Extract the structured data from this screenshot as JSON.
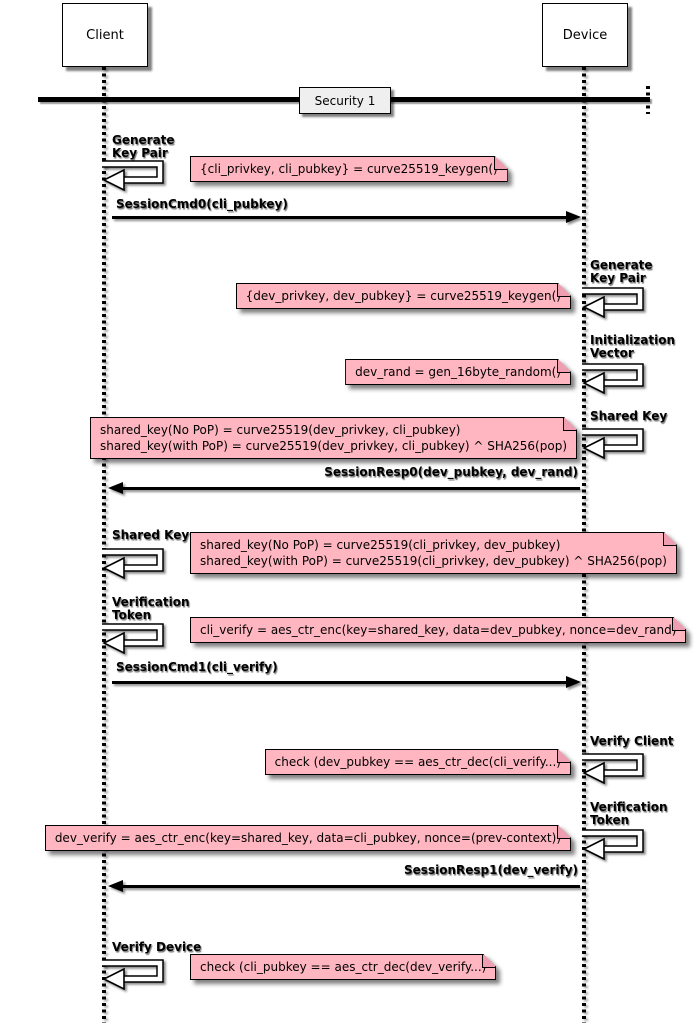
{
  "actors": {
    "client": {
      "label": "Client"
    },
    "device": {
      "label": "Device"
    }
  },
  "divider": {
    "label": "Security 1"
  },
  "client_steps": {
    "keygen": {
      "label": "Generate\nKey Pair",
      "note": "{cli_privkey, cli_pubkey} = curve25519_keygen()"
    },
    "shared_key": {
      "label": "Shared Key",
      "note": "shared_key(No PoP) = curve25519(cli_privkey, dev_pubkey)\nshared_key(with PoP) = curve25519(cli_privkey, dev_pubkey) ^ SHA256(pop)"
    },
    "verification_token": {
      "label": "Verification\nToken",
      "note": "cli_verify = aes_ctr_enc(key=shared_key, data=dev_pubkey, nonce=dev_rand)"
    },
    "verify_device": {
      "label": "Verify Device",
      "note": "check (cli_pubkey == aes_ctr_dec(dev_verify...)"
    }
  },
  "device_steps": {
    "keygen": {
      "label": "Generate\nKey Pair",
      "note": "{dev_privkey, dev_pubkey} = curve25519_keygen()"
    },
    "init_vector": {
      "label": "Initialization\nVector",
      "note": "dev_rand = gen_16byte_random()"
    },
    "shared_key": {
      "label": "Shared Key",
      "note": "shared_key(No PoP) = curve25519(dev_privkey, cli_pubkey)\nshared_key(with PoP) = curve25519(dev_privkey, cli_pubkey) ^ SHA256(pop)"
    },
    "verify_client": {
      "label": "Verify Client",
      "note": "check (dev_pubkey == aes_ctr_dec(cli_verify...)"
    },
    "verification_token": {
      "label": "Verification\nToken",
      "note": "dev_verify = aes_ctr_enc(key=shared_key, data=cli_pubkey, nonce=(prev-context))"
    }
  },
  "messages": {
    "session_cmd0": {
      "label": "SessionCmd0(cli_pubkey)",
      "direction": "right"
    },
    "session_resp0": {
      "label": "SessionResp0(dev_pubkey, dev_rand)",
      "direction": "left"
    },
    "session_cmd1": {
      "label": "SessionCmd1(cli_verify)",
      "direction": "right"
    },
    "session_resp1": {
      "label": "SessionResp1(dev_verify)",
      "direction": "left"
    }
  },
  "colors": {
    "note_bg": "#ffb6c1",
    "note_fold": "#ef9db0",
    "divider_bg": "#efefef",
    "line": "#000000"
  }
}
